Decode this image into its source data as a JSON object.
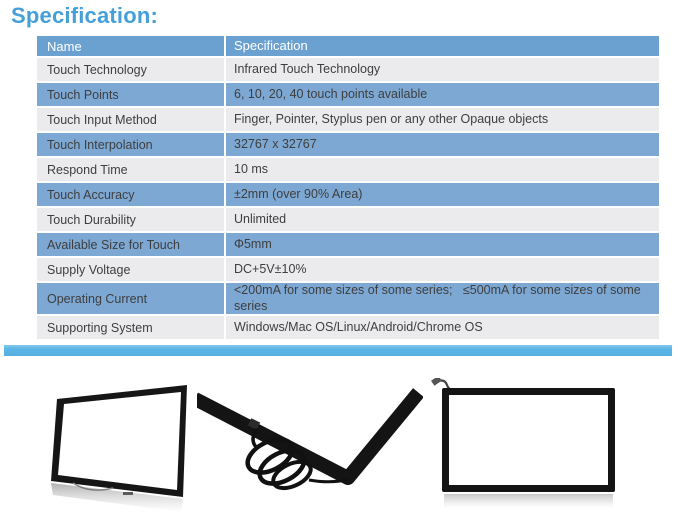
{
  "page": {
    "title": "Specification:"
  },
  "table": {
    "header": {
      "name": "Name",
      "spec": "Specification"
    },
    "rows": [
      {
        "name": "Touch Technology",
        "spec": "Infrared Touch Technology"
      },
      {
        "name": "Touch Points",
        "spec": "6, 10, 20, 40 touch points available"
      },
      {
        "name": "Touch Input Method",
        "spec": "Finger, Pointer, Styplus pen or any other Opaque objects"
      },
      {
        "name": "Touch Interpolation",
        "spec": "32767 x 32767"
      },
      {
        "name": "Respond Time",
        "spec": "10 ms"
      },
      {
        "name": "Touch Accuracy",
        "spec": "±2mm (over 90% Area)"
      },
      {
        "name": "Touch Durability",
        "spec": "Unlimited"
      },
      {
        "name": "Available Size for Touch",
        "spec": "Φ5mm"
      },
      {
        "name": "Supply Voltage",
        "spec": "DC+5V±10%"
      },
      {
        "name": "Operating Current",
        "spec": "<200mA for some sizes of some series;   ≤500mA for some sizes of some series"
      },
      {
        "name": "Supporting System",
        "spec": "Windows/Mac OS/Linux/Android/Chrome OS"
      }
    ]
  },
  "colors": {
    "title_blue": "#45a0d8",
    "header_bg": "#6ba1d1",
    "row_blue": "#7da8d3",
    "row_light": "#ebebed",
    "text_dark": "#3e3e3e",
    "divider_blue": "#5cb5e6",
    "frame_black": "#151515"
  },
  "images": {
    "left": "touch-frame-perspective-view",
    "middle": "touch-frame-corner-with-usb-cable",
    "right": "touch-frame-front-view"
  }
}
